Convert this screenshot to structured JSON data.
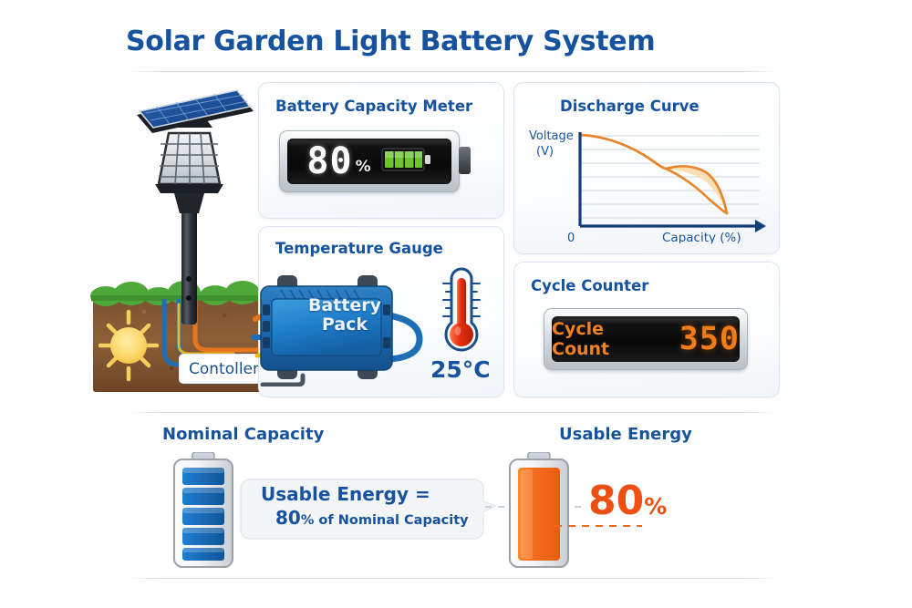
{
  "page": {
    "title": "Solar Garden Light Battery System",
    "background": "#ffffff",
    "accent_blue": "#17529e",
    "accent_orange": "#ee4f12"
  },
  "illustration": {
    "solar_light_name": "solar-garden-light",
    "sun_icon": "sun-icon",
    "controller_label": "Contoller",
    "grass_color": "#4fa83a",
    "soil_color": "#8a5a33",
    "cable_colors": [
      "#1f6fb8",
      "#e8761f",
      "#e8b81f"
    ]
  },
  "cards": {
    "capacity": {
      "title": "Battery Capacity Meter",
      "value": "80",
      "unit": "%",
      "battery_bars_filled": 4,
      "battery_bars_total": 4,
      "bar_color": "#6cc42e"
    },
    "discharge": {
      "title": "Discharge Curve"
    },
    "temperature": {
      "title": "Temperature Gauge",
      "device_label": "Battery\nPack",
      "reading": "25°C",
      "mercury_color": "#e02d10"
    },
    "cycle": {
      "title": "Cycle Counter",
      "label": "Cycle Count",
      "value": "350",
      "display_color": "#f07c18"
    }
  },
  "comparison": {
    "nominal": {
      "heading": "Nominal Capacity",
      "segments": 5,
      "fill_color": "#1272c4"
    },
    "usable": {
      "heading": "Usable Energy",
      "percent": "80",
      "percent_unit": "%",
      "fill_color": "#f4701f"
    },
    "callout": {
      "line1": "Usable Energy  =",
      "line2_value": "80",
      "line2_rest": "% of Nominal Capacity"
    }
  },
  "chart_data": {
    "type": "line",
    "title": "Discharge Curve",
    "xlabel": "Capacity (%)",
    "ylabel": "Voltage (V)",
    "origin_label": "0",
    "xlim": [
      0,
      100
    ],
    "ylim": [
      0,
      100
    ],
    "grid": true,
    "gridlines": 7,
    "legend": "none",
    "series": [
      {
        "name": "upper-discharge-curve",
        "color": "#e8842a",
        "x": [
          0,
          10,
          20,
          30,
          40,
          50,
          55,
          60,
          65,
          70,
          75,
          80,
          85,
          90,
          95,
          97
        ],
        "y": [
          96,
          95,
          93,
          89,
          84,
          77,
          73,
          71,
          70,
          69,
          67,
          63,
          56,
          44,
          22,
          12
        ]
      },
      {
        "name": "lower-discharge-curve",
        "color": "#e8842a",
        "x": [
          0,
          10,
          20,
          30,
          40,
          50,
          55,
          60,
          65,
          70,
          75,
          80,
          85,
          90,
          95,
          97
        ],
        "y": [
          96,
          95,
          93,
          89,
          84,
          77,
          69,
          62,
          55,
          48,
          42,
          36,
          31,
          26,
          19,
          12
        ]
      }
    ],
    "fill_between": {
      "color": "#fbd9a8",
      "from_series": "lower-discharge-curve",
      "to_series": "upper-discharge-curve"
    }
  }
}
